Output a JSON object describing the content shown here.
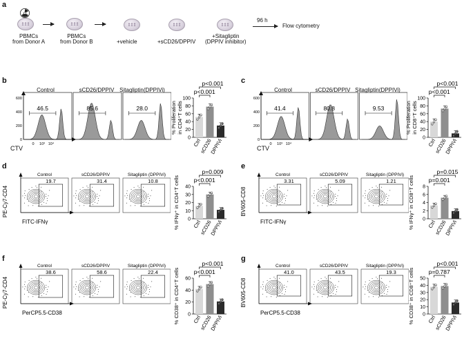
{
  "panel_a": {
    "label": "a",
    "radiation_icon": "radiation-icon",
    "donor_a": "PBMCs\nfrom Donor A",
    "donor_b": "PBMCs\nfrom Donor B",
    "vehicle": "+vehicle",
    "scd26": "+sCD26/DPPIV",
    "sitagliptin": "+Sitagliptin\n(DPPIV inhibitor)",
    "time": "96 h",
    "readout": "Flow cytometry"
  },
  "histogram_panels": [
    {
      "id": "b",
      "label": "b",
      "xaxis": "CTV",
      "ticks": [
        "0",
        "10³",
        "10⁴"
      ],
      "yticks": [
        "0",
        "200",
        "400",
        "600"
      ],
      "headers": [
        "Control",
        "sCD26/DPPIV",
        "Sitagliptin(DPPIVi)"
      ],
      "values": [
        "46.5",
        "85.6",
        "28.0"
      ]
    },
    {
      "id": "c",
      "label": "c",
      "xaxis": "CTV",
      "ticks": [
        "0",
        "10³",
        "10⁴"
      ],
      "yticks": [
        "0",
        "200",
        "400",
        "600"
      ],
      "headers": [
        "Control",
        "sCD26/DPPIV",
        "Sitagliptin(DPPIVi)"
      ],
      "values": [
        "41.4",
        "80.8",
        "9.53"
      ]
    }
  ],
  "contour_panels": [
    {
      "id": "d",
      "label": "d",
      "ylabel": "PE-Cy7-CD4",
      "xlabel": "FITC-IFNγ",
      "headers": [
        "Control",
        "sCD26/DPPIV",
        "Sitagliptin (DPPIVi)"
      ],
      "values": [
        "19.7",
        "31.4",
        "10.8"
      ]
    },
    {
      "id": "e",
      "label": "e",
      "ylabel": "BV605-CD8",
      "xlabel": "FITC-IFNγ",
      "headers": [
        "Control",
        "sCD26/DPPIV",
        "Sitagliptin (DPPIVi)"
      ],
      "values": [
        "3.31",
        "5.09",
        "1.21"
      ]
    },
    {
      "id": "f",
      "label": "f",
      "ylabel": "PE-Cy7-CD4",
      "xlabel": "PerCP5.5-CD38",
      "headers": [
        "Control",
        "sCD26/DPPIV",
        "Sitagliptin (DPPIVi)"
      ],
      "values": [
        "38.6",
        "58.6",
        "22.4"
      ]
    },
    {
      "id": "g",
      "label": "g",
      "ylabel": "BV605-CD8",
      "xlabel": "PerCP5.5-CD38",
      "headers": [
        "Control",
        "sCD26/DPPIV",
        "Sitagliptin (DPPIVi)"
      ],
      "values": [
        "41.0",
        "43.5",
        "19.3"
      ]
    }
  ],
  "chart_data": [
    {
      "id": "b",
      "type": "bar",
      "categories": [
        "Ctrl",
        "sCD26",
        "DPPIVi"
      ],
      "values": [
        52,
        78,
        30
      ],
      "ylim": [
        0,
        100
      ],
      "yticks": [
        0,
        20,
        40,
        60,
        80,
        100
      ],
      "ylabel": "% Proliferation\nin CD4⁺T cells",
      "brackets": [
        {
          "from": 0,
          "to": 1,
          "text": "p<0.001"
        },
        {
          "from": 0,
          "to": 2,
          "text": "p<0.001"
        }
      ]
    },
    {
      "id": "c",
      "type": "bar",
      "categories": [
        "Ctrl",
        "sCD26",
        "DPPIVi"
      ],
      "values": [
        40,
        73,
        10
      ],
      "ylim": [
        0,
        100
      ],
      "yticks": [
        0,
        20,
        40,
        60,
        80,
        100
      ],
      "ylabel": "% Proliferation\nin CD8⁺T cells",
      "brackets": [
        {
          "from": 0,
          "to": 1,
          "text": "p<0.001"
        },
        {
          "from": 0,
          "to": 2,
          "text": "p<0.001"
        }
      ]
    },
    {
      "id": "d",
      "type": "bar",
      "categories": [
        "Ctrl",
        "sCD26",
        "DPPIVi"
      ],
      "values": [
        16,
        30,
        11
      ],
      "ylim": [
        0,
        40
      ],
      "yticks": [
        0,
        10,
        20,
        30,
        40
      ],
      "ylabel": "% IFNγ⁺ in CD4⁺T cells",
      "brackets": [
        {
          "from": 0,
          "to": 1,
          "text": "p<0.001"
        },
        {
          "from": 0,
          "to": 2,
          "text": "p=0.009"
        }
      ]
    },
    {
      "id": "e",
      "type": "bar",
      "categories": [
        "Ctrl",
        "sCD26",
        "DPPIVi"
      ],
      "values": [
        3.3,
        5.2,
        1.9
      ],
      "ylim": [
        0,
        8
      ],
      "yticks": [
        0,
        2,
        4,
        6,
        8
      ],
      "ylabel": "% IFNγ⁺ in CD8⁺T cells",
      "brackets": [
        {
          "from": 0,
          "to": 1,
          "text": "p=0.001"
        },
        {
          "from": 0,
          "to": 2,
          "text": "p=0.015"
        }
      ]
    },
    {
      "id": "f",
      "type": "bar",
      "categories": [
        "Ctrl",
        "sCD26",
        "DPPIVi"
      ],
      "values": [
        42,
        50,
        21
      ],
      "ylim": [
        0,
        60
      ],
      "yticks": [
        0,
        20,
        40,
        60
      ],
      "ylabel": "% CD38⁺ in CD4⁺T cells",
      "brackets": [
        {
          "from": 0,
          "to": 1,
          "text": "p<0.001"
        },
        {
          "from": 0,
          "to": 2,
          "text": "p<0.001"
        }
      ]
    },
    {
      "id": "g",
      "type": "bar",
      "categories": [
        "Ctrl",
        "sCD26",
        "DPPIVi"
      ],
      "values": [
        38,
        39,
        16
      ],
      "ylim": [
        0,
        50
      ],
      "yticks": [
        0,
        10,
        20,
        30,
        40,
        50
      ],
      "ylabel": "% CD38⁺ in CD8⁺T cells",
      "brackets": [
        {
          "from": 0,
          "to": 1,
          "text": "p=0.787"
        },
        {
          "from": 0,
          "to": 2,
          "text": "p<0.001"
        }
      ]
    }
  ],
  "colors": {
    "ctrl": "#d8d8d8",
    "scd26": "#8e8e8e",
    "dppivi": "#2b2b2b",
    "histfill": "#9a9a9a"
  }
}
